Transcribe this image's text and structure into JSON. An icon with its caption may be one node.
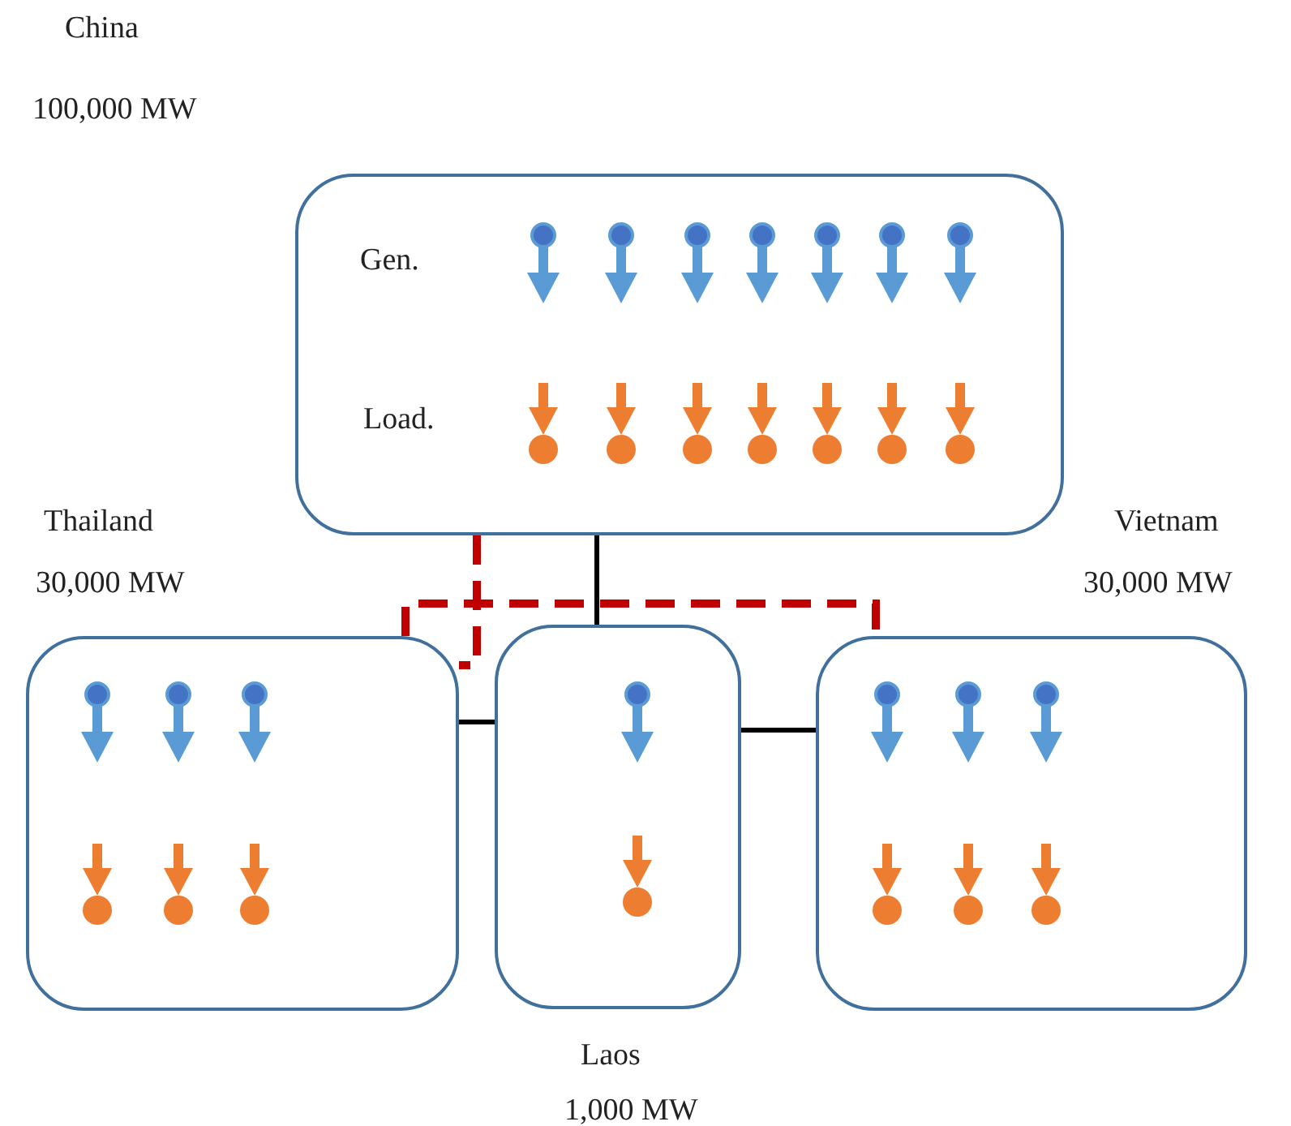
{
  "diagram": {
    "nodes": [
      {
        "text": [
          "Gen.",
          "Load."
        ]
      },
      {
        "text": [
          "Thailand",
          "30,000 MW"
        ]
      },
      {
        "text": [
          "Laos",
          "1,000 MW"
        ]
      },
      {
        "text": [
          "Vietnam",
          "30,000 MW"
        ]
      }
    ],
    "edges": [
      {
        "from": 0,
        "to": 2,
        "arrow": "none"
      },
      {
        "from": 1,
        "to": 2,
        "arrow": "none"
      },
      {
        "from": 2,
        "to": 3,
        "arrow": "none"
      },
      {
        "from": 0,
        "to": 1,
        "arrow": "none",
        "style": "dashed",
        "color": "#c00000"
      },
      {
        "from": 1,
        "to": 3,
        "arrow": "none",
        "style": "dashed",
        "color": "#c00000"
      }
    ],
    "labels": [
      "China",
      "100,000 MW"
    ]
  }
}
